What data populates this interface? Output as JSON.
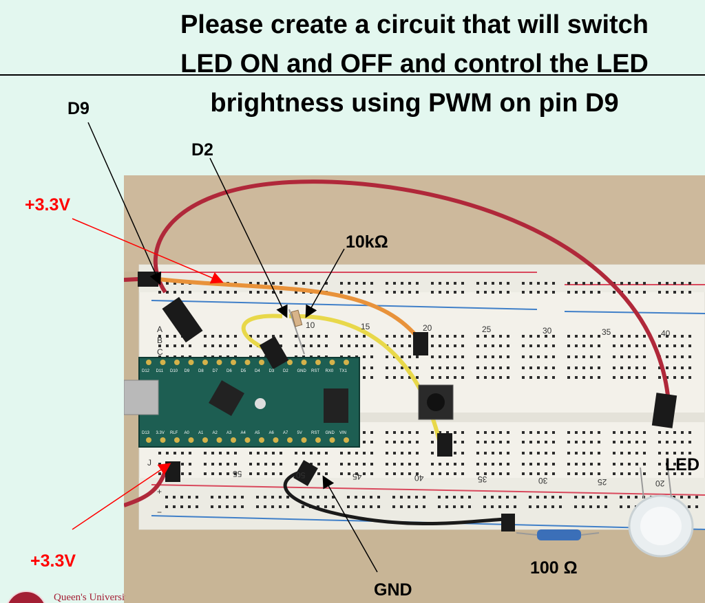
{
  "title": {
    "line1": "Please create a circuit that will switch",
    "line2": "LED ON and OFF and control the LED",
    "line3": "brightness using PWM on pin D9"
  },
  "labels": {
    "d9": "D9",
    "d2": "D2",
    "v33_top": "+3.3V",
    "v33_bottom": "+3.3V",
    "r10k": "10kΩ",
    "r100": "100 Ω",
    "gnd": "GND",
    "led": "LED"
  },
  "breadboard": {
    "top_numbers": [
      "10",
      "15",
      "20",
      "25",
      "30",
      "35",
      "40"
    ],
    "bottom_numbers": [
      "55",
      "50",
      "45",
      "40",
      "35",
      "30",
      "25",
      "20"
    ],
    "row_letters_top": [
      "A",
      "B",
      "C"
    ],
    "row_letters_bottom": [
      "J"
    ],
    "rail_plus": "+",
    "rail_minus": "−"
  },
  "board": {
    "top_pins": [
      "D12",
      "D11",
      "D10",
      "D9",
      "D8",
      "D7",
      "D6",
      "D5",
      "D4",
      "D3",
      "D2",
      "GND",
      "RST",
      "RX0",
      "TX1"
    ],
    "bottom_pins": [
      "D13",
      "3.3V",
      "RLF",
      "A0",
      "A1",
      "A2",
      "A3",
      "A4",
      "A5",
      "A6",
      "A7",
      "5V",
      "RST",
      "GND",
      "VIN"
    ]
  },
  "logo": {
    "text": "Queen's University"
  },
  "colors": {
    "background": "#e3f7ef",
    "annotation_red": "#ff0000",
    "wire_red": "#b0283a",
    "wire_orange": "#e8923a",
    "wire_yellow": "#e8d84a",
    "board_green": "#1d5e52"
  }
}
